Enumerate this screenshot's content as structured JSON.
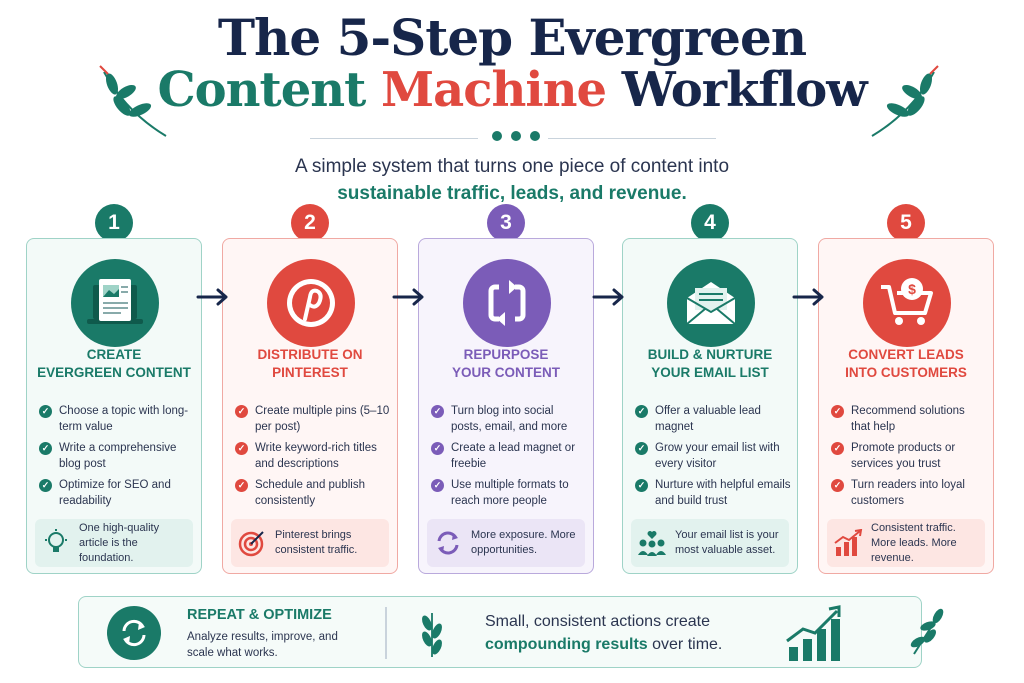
{
  "header": {
    "title_line1": "The 5-Step Evergreen",
    "title_line2_a": "Content ",
    "title_line2_b": "Machine",
    "title_line2_c": " Workflow",
    "subtitle_line1": "A simple system that turns one piece of content into",
    "subtitle_line2": "sustainable traffic, leads, and revenue."
  },
  "colors": {
    "teal": "#1a7a68",
    "red": "#e0493f",
    "purple": "#7b5cb8",
    "navy": "#17264a"
  },
  "steps": [
    {
      "number": "1",
      "icon": "document-image-icon",
      "title_l1": "Create",
      "title_l2": "Evergreen Content",
      "items": [
        "Choose a topic with long-term value",
        "Write a comprehensive blog post",
        "Optimize for SEO and readability"
      ],
      "note": "One high-quality article is the foundation.",
      "note_icon": "lightbulb-icon"
    },
    {
      "number": "2",
      "icon": "pinterest-icon",
      "title_l1": "Distribute on",
      "title_l2": "Pinterest",
      "items": [
        "Create multiple pins (5–10 per post)",
        "Write keyword-rich titles and descriptions",
        "Schedule and publish consistently"
      ],
      "note": "Pinterest brings consistent traffic.",
      "note_icon": "target-icon"
    },
    {
      "number": "3",
      "icon": "repurpose-arrows-icon",
      "title_l1": "Repurpose",
      "title_l2": "Your Content",
      "items": [
        "Turn blog into social posts, email, and more",
        "Create a lead magnet or freebie",
        "Use multiple formats to reach more people"
      ],
      "note": "More exposure. More opportunities.",
      "note_icon": "refresh-icon"
    },
    {
      "number": "4",
      "icon": "envelope-icon",
      "title_l1": "Build & Nurture",
      "title_l2": "Your Email List",
      "items": [
        "Offer a valuable lead magnet",
        "Grow your email list with every visitor",
        "Nurture with helpful emails and build trust"
      ],
      "note": "Your email list is your most valuable asset.",
      "note_icon": "people-heart-icon"
    },
    {
      "number": "5",
      "icon": "shopping-cart-dollar-icon",
      "title_l1": "Convert Leads",
      "title_l2": "Into Customers",
      "items": [
        "Recommend solutions that help",
        "Promote products or services you trust",
        "Turn readers into loyal customers"
      ],
      "note": "Consistent traffic. More leads. More revenue.",
      "note_icon": "growth-chart-icon"
    }
  ],
  "footer": {
    "repeat_title": "Repeat & Optimize",
    "repeat_desc": "Analyze results, improve, and scale what works.",
    "quote_a": "Small, consistent actions create",
    "quote_b": "compounding results",
    "quote_c": " over time."
  }
}
